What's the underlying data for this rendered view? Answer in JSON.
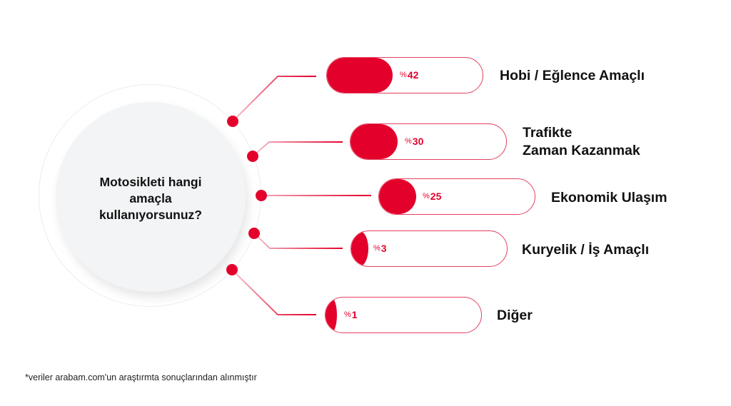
{
  "question": {
    "text": "Motosikleti hangi amaçla kullanıyorsunuz?"
  },
  "footnote": "*veriler arabam.com'un araştırmta sonuçlarından alınmıştır",
  "colors": {
    "accent": "#e3002b",
    "bar_border": "#e4405e",
    "disc": "#f2f4f5"
  },
  "items": [
    {
      "label": "Hobi / Eğlence Amaçlı",
      "percent_symbol": "%",
      "value": "42"
    },
    {
      "label": "Trafikte Zaman Kazanmak",
      "label_line1": "Trafikte",
      "label_line2": "Zaman Kazanmak",
      "percent_symbol": "%",
      "value": "30"
    },
    {
      "label": "Ekonomik Ulaşım",
      "percent_symbol": "%",
      "value": "25"
    },
    {
      "label": "Kuryelik / İş Amaçlı",
      "percent_symbol": "%",
      "value": "3"
    },
    {
      "label": "Diğer",
      "percent_symbol": "%",
      "value": "1"
    }
  ],
  "chart_data": {
    "type": "bar",
    "title": "Motosikleti hangi amaçla kullanıyorsunuz?",
    "categories": [
      "Hobi / Eğlence Amaçlı",
      "Trafikte Zaman Kazanmak",
      "Ekonomik Ulaşım",
      "Kuryelik / İş Amaçlı",
      "Diğer"
    ],
    "values": [
      42,
      30,
      25,
      3,
      1
    ],
    "unit": "%",
    "orientation": "horizontal",
    "xlabel": "",
    "ylabel": "",
    "ylim": [
      0,
      100
    ],
    "grid": false,
    "legend": "none",
    "annotation": "*veriler arabam.com'un araştırmta sonuçlarından alınmıştır"
  }
}
